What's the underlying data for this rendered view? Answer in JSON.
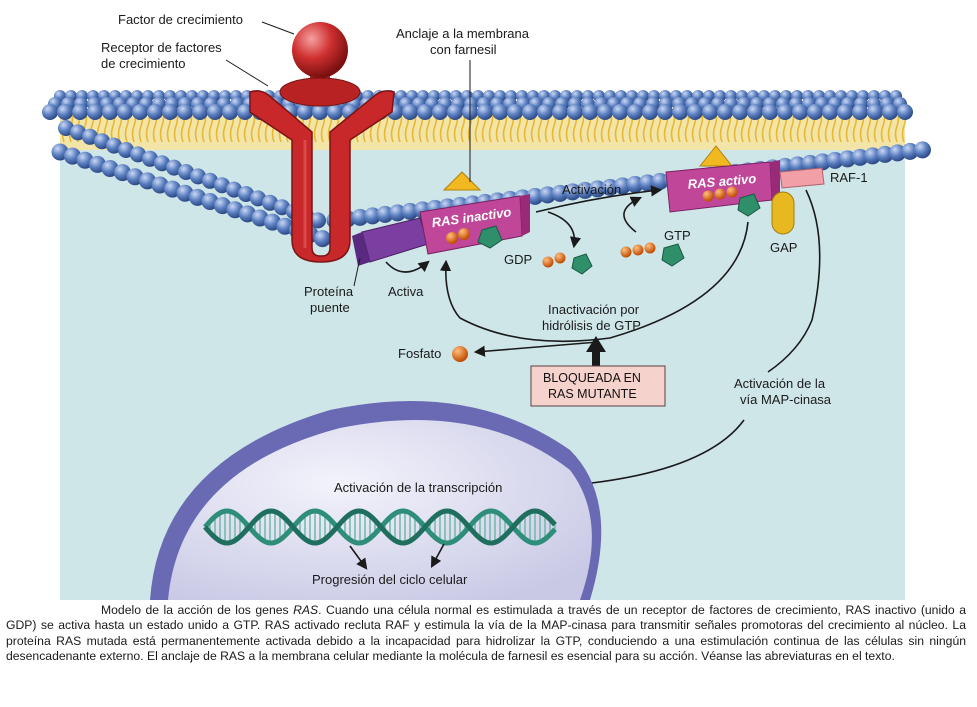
{
  "labels": {
    "growth_factor": "Factor de crecimiento",
    "receptor_line1": "Receptor de factores",
    "receptor_line2": "de crecimiento",
    "anchor_line1": "Anclaje a la membrana",
    "anchor_line2": "con farnesil",
    "ras_inactive": "RAS inactivo",
    "ras_active": "RAS activo",
    "raf1": "RAF-1",
    "activation": "Activación",
    "gdp": "GDP",
    "gtp": "GTP",
    "gap": "GAP",
    "bridge_protein_line1": "Proteína",
    "bridge_protein_line2": "puente",
    "activates": "Activa",
    "inactivation_line1": "Inactivación por",
    "inactivation_line2": "hidrólisis de GTP",
    "phosphate": "Fosfato",
    "blocked_line1": "BLOQUEADA EN",
    "blocked_line2": "RAS MUTANTE",
    "map_line1": "Activación de la",
    "map_line2": "vía MAP-cinasa",
    "transcription": "Activación de la transcripción",
    "cell_cycle": "Progresión del ciclo celular"
  },
  "caption": {
    "intro": "Modelo de la acción de los genes ",
    "gene": "RAS",
    "body": ". Cuando una célula normal es estimulada a través de un receptor de factores de crecimiento, RAS inactivo (unido a GDP) se activa hasta un estado unido a GTP. RAS activado recluta RAF y estimula la vía de la MAP-cinasa para transmitir señales promotoras del crecimiento al núcleo. La proteína RAS mutada está permanentemente activada debido a la incapacidad para hidrolizar la GTP, conduciendo a una estimulación continua de las células sin ningún desencadenante externo. El anclaje de RAS a la membrana celular mediante la molécula de farnesil es esencial para su acción. Véanse las abreviaturas en el texto."
  },
  "colors": {
    "cytoplasm": "#cfe6e9",
    "lipid_head": "#5b7fc0",
    "lipid_tail": "#e8b830",
    "receptor": "#c8282a",
    "ras": "#c0469a",
    "bridge": "#7a3fa0",
    "farnesyl": "#f2b820",
    "nucleotide": "#e06a1a",
    "gtp_pentagon": "#2f8f6a",
    "raf": "#f2a0a8",
    "gap": "#e8b820",
    "blocked_box": "#f6d2cc",
    "nucleus": "#c9c9e6",
    "dna": "#2e8e7a"
  }
}
